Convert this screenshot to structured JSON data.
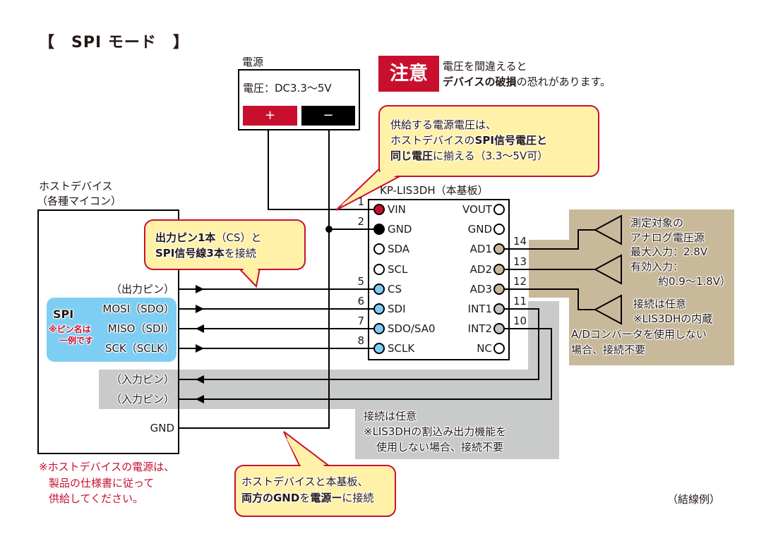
{
  "title": "【　SPI モード　】",
  "power_supply": {
    "label": "電源",
    "voltage": "電圧：DC3.3〜5V",
    "plus": "+",
    "minus": "−",
    "plus_color": "#c8102e",
    "minus_color": "#000000"
  },
  "caution": {
    "badge": "注意",
    "line1": "電圧を間違えると",
    "line2_bold": "デバイスの破損",
    "line2_rest": "の恐れがあります。",
    "color": "#c8102e"
  },
  "callouts": {
    "supply_voltage": {
      "line1": "供給する電源電圧は、",
      "line2_pre": "ホストデバイスの",
      "line2_bold": "SPI信号電圧と",
      "line3_bold": "同じ電圧",
      "line3_rest": "に揃える（3.3〜5V可）"
    },
    "cs": {
      "line1_bold": "出力ピン1本",
      "line1_rest": "（CS）と",
      "line2_bold": "SPI信号線3本",
      "line2_rest": "を接続"
    },
    "gnd": {
      "line1": "ホストデバイスと本基板、",
      "line2_bold1": "両方のGND",
      "line2_rest1": "を",
      "line2_bold2": "電源ー",
      "line2_rest2": "に接続"
    }
  },
  "host": {
    "title": "ホストデバイス",
    "subtitle": "（各種マイコン）",
    "pins": {
      "output": "（出力ピン）",
      "mosi": "MOSI（SDO）",
      "miso": "MISO（SDI）",
      "sck": "SCK（SCLK）",
      "input1": "（入力ピン）",
      "input2": "（入力ピン）",
      "gnd": "GND"
    },
    "spi_group": {
      "label": "SPI",
      "note_line1": "※ピン名は",
      "note_line2": "一例です"
    },
    "power_note": [
      "※ホストデバイスの電源は、",
      "製品の仕様書に従って",
      "供給してください。"
    ]
  },
  "board": {
    "title": "KP-LIS3DH（本基板）",
    "left_pins": [
      {
        "num": "1",
        "label": "VIN",
        "color": "#c8102e"
      },
      {
        "num": "2",
        "label": "GND",
        "color": "#000000"
      },
      {
        "num": "",
        "label": "SDA",
        "color": "#ffffff"
      },
      {
        "num": "",
        "label": "SCL",
        "color": "#ffffff"
      },
      {
        "num": "5",
        "label": "CS",
        "color": "#7ecef4"
      },
      {
        "num": "6",
        "label": "SDI",
        "color": "#7ecef4"
      },
      {
        "num": "7",
        "label": "SDO/SA0",
        "color": "#7ecef4"
      },
      {
        "num": "8",
        "label": "SCLK",
        "color": "#7ecef4"
      }
    ],
    "right_pins": [
      {
        "num": "",
        "label": "VOUT",
        "color": "#ffffff"
      },
      {
        "num": "",
        "label": "GND",
        "color": "#ffffff"
      },
      {
        "num": "14",
        "label": "AD1",
        "color": "#c9b99b"
      },
      {
        "num": "13",
        "label": "AD2",
        "color": "#c9b99b"
      },
      {
        "num": "12",
        "label": "AD3",
        "color": "#c9b99b"
      },
      {
        "num": "11",
        "label": "INT1",
        "color": "#c4c4c4"
      },
      {
        "num": "10",
        "label": "INT2",
        "color": "#c4c4c4"
      },
      {
        "num": "",
        "label": "NC",
        "color": "#ffffff"
      }
    ]
  },
  "analog_note": {
    "lines": [
      "測定対象の",
      "アナログ電圧源",
      "最大入力：2.8V",
      "有効入力：",
      "約0.9〜1.8V）",
      "接続は任意",
      "※LIS3DHの内蔵",
      "A/Dコンバータを使用しない",
      "場合、接続不要"
    ],
    "bg_color": "#c9b99b"
  },
  "interrupt_note": {
    "lines": [
      "接続は任意",
      "※LIS3DHの割込み出力機能を",
      "使用しない場合、接続不要"
    ],
    "bg_color": "#c9caca"
  },
  "spi_group_color": "#7ecef4",
  "callout_fill": "#fff1a8",
  "callout_border": "#c8102e",
  "footer": "（結線例）"
}
